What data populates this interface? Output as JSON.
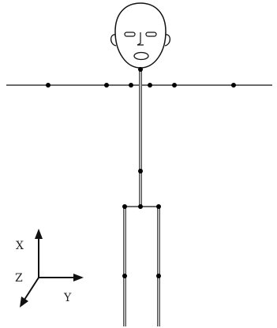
{
  "axes": {
    "x_label": "X",
    "y_label": "Y",
    "z_label": "Z"
  },
  "colors": {
    "line": "#111111",
    "bone_outer": "#555555",
    "bone_inner": "#c8c8c8",
    "joint": "#000000",
    "face": "#ffffff"
  }
}
